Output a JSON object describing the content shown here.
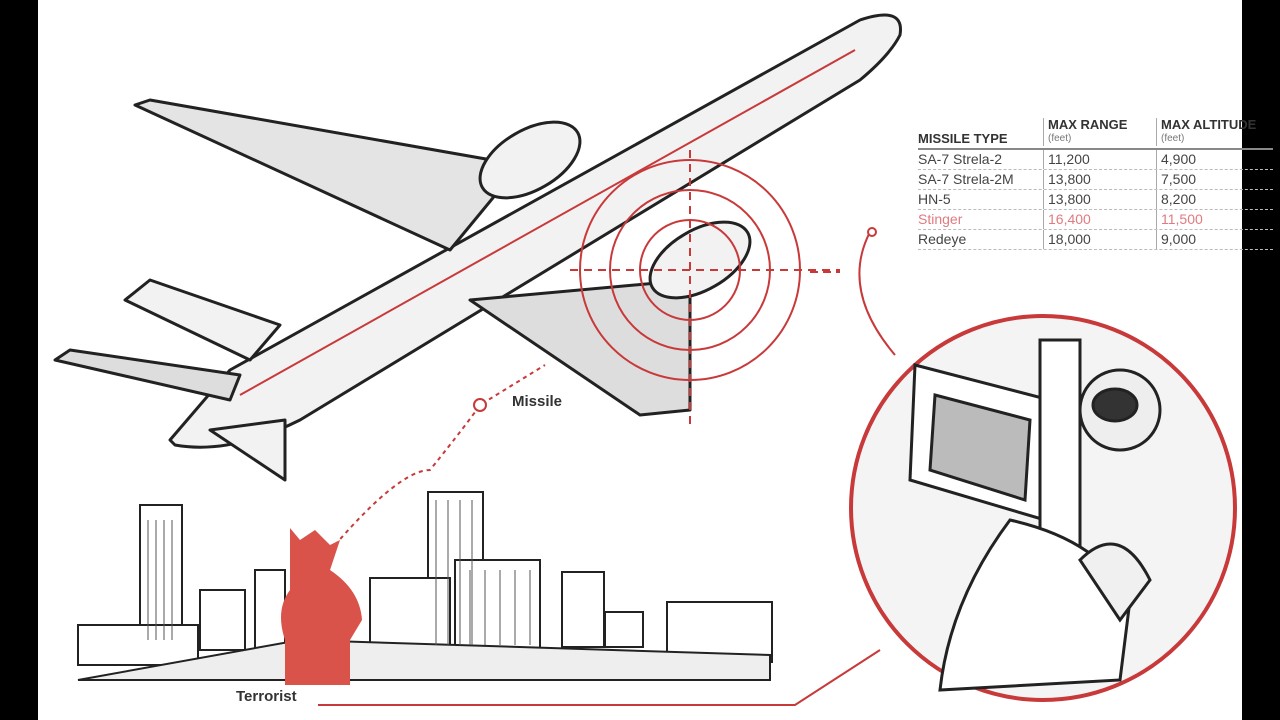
{
  "labels": {
    "missile": "Missile",
    "terrorist": "Terrorist"
  },
  "table": {
    "headers": {
      "type": "MISSILE TYPE",
      "range": "MAX RANGE",
      "altitude": "MAX ALTITUDE",
      "range_unit": "(feet)",
      "altitude_unit": "(feet)"
    },
    "rows": [
      {
        "type": "SA-7 Strela-2",
        "range": "11,200",
        "altitude": "4,900"
      },
      {
        "type": "SA-7 Strela-2M",
        "range": "13,800",
        "altitude": "7,500"
      },
      {
        "type": "HN-5",
        "range": "13,800",
        "altitude": "8,200"
      },
      {
        "type": "Stinger",
        "range": "16,400",
        "altitude": "11,500"
      },
      {
        "type": "Redeye",
        "range": "18,000",
        "altitude": "9,000"
      }
    ],
    "highlight_color": "#e07a80"
  },
  "colors": {
    "accent": "#c8393a"
  }
}
